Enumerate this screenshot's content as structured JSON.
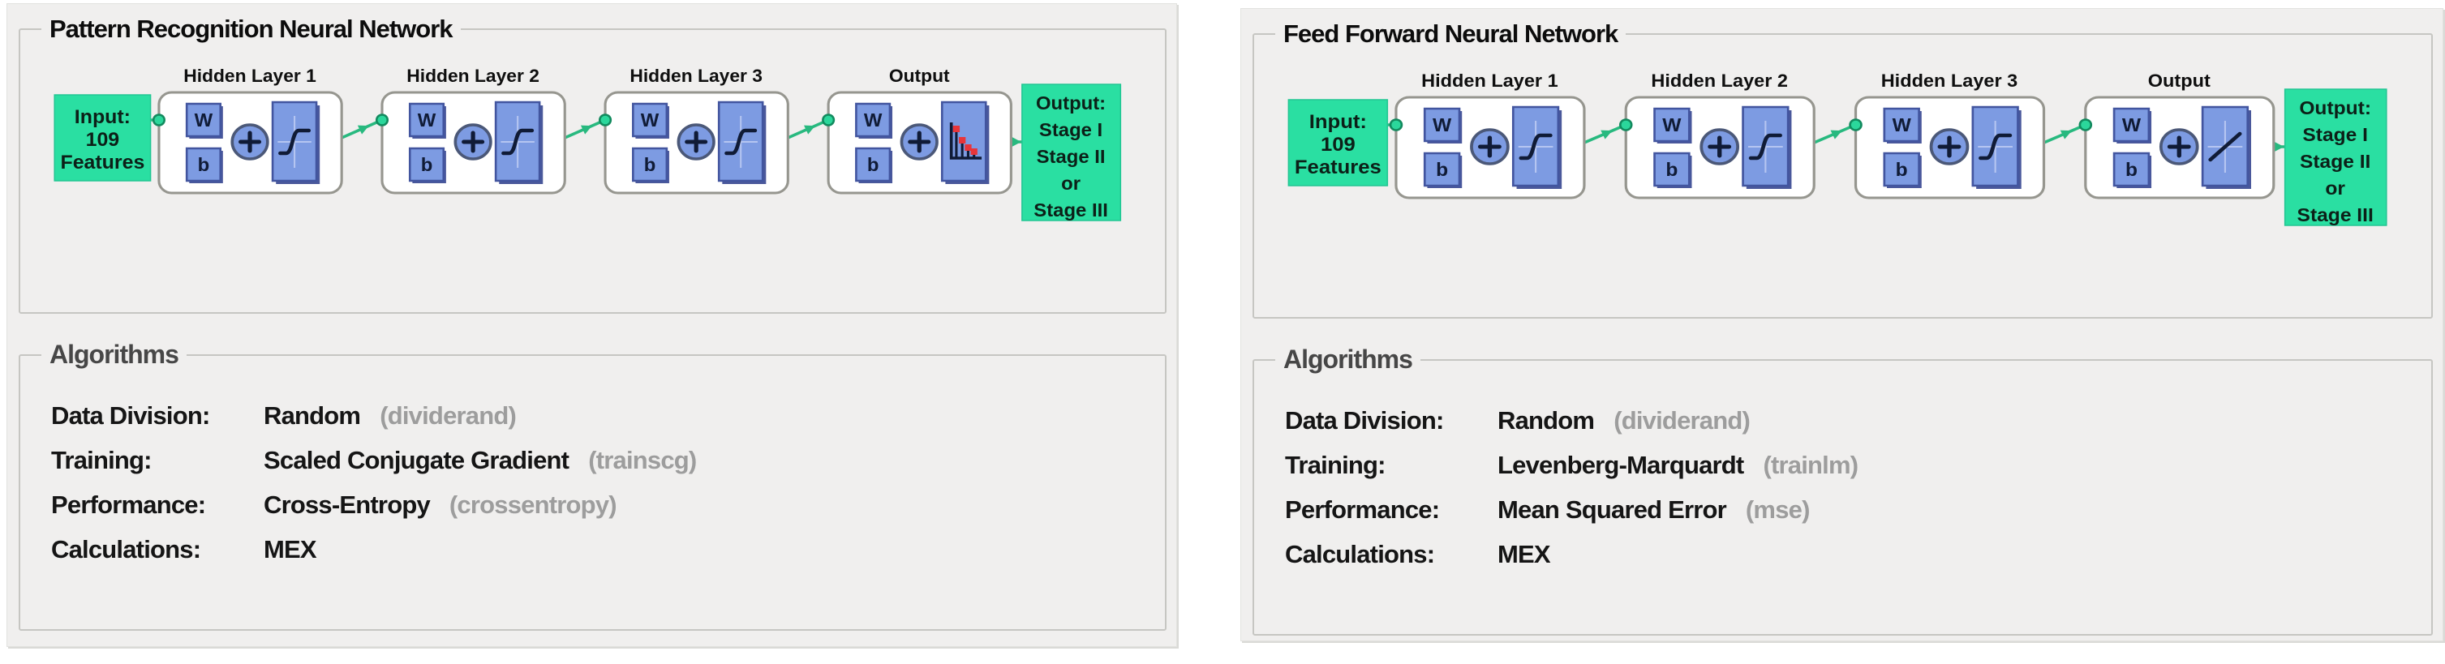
{
  "colors": {
    "panel_bg": "#f0efee",
    "io_green": "#2adfa2",
    "io_green_border": "#22c693",
    "io_text": "#0c2018",
    "wire_green": "#28b97f",
    "node_green": "#2bd79b",
    "node_border": "#128a5e",
    "box_blue": "#7d9be2",
    "box_blue_border": "#42559f",
    "box_blue_shadow": "#4a589b",
    "card_fill": "#ffffff",
    "card_border": "#96968f",
    "icon_dark": "#101b36",
    "icon_faint": "#b5c5f1",
    "softmax_red": "#e8353a",
    "label_text": "#0f0f0f"
  },
  "panels": [
    {
      "network_title": "Pattern Recognition Neural Network",
      "input_box": {
        "lines": [
          "Input:",
          "109",
          "Features"
        ]
      },
      "output_box": {
        "lines": [
          "Output:",
          "Stage I",
          "Stage II",
          "or",
          "Stage III"
        ]
      },
      "layers": [
        {
          "label": "Hidden Layer 1",
          "weight": "W",
          "bias": "b",
          "activation": "tansig"
        },
        {
          "label": "Hidden Layer 2",
          "weight": "W",
          "bias": "b",
          "activation": "tansig"
        },
        {
          "label": "Hidden Layer 3",
          "weight": "W",
          "bias": "b",
          "activation": "tansig"
        },
        {
          "label": "Output",
          "weight": "W",
          "bias": "b",
          "activation": "softmax"
        }
      ],
      "algorithms": {
        "legend": "Algorithms",
        "rows": [
          {
            "label": "Data Division:",
            "value": "Random",
            "fn": "(dividerand)"
          },
          {
            "label": "Training:",
            "value": "Scaled Conjugate Gradient",
            "fn": "(trainscg)"
          },
          {
            "label": "Performance:",
            "value": "Cross-Entropy",
            "fn": "(crossentropy)"
          },
          {
            "label": "Calculations:",
            "value": "MEX",
            "fn": ""
          }
        ]
      }
    },
    {
      "network_title": "Feed Forward Neural Network",
      "input_box": {
        "lines": [
          "Input:",
          "109",
          "Features"
        ]
      },
      "output_box": {
        "lines": [
          "Output:",
          "Stage I",
          "Stage II",
          "or",
          "Stage III"
        ]
      },
      "layers": [
        {
          "label": "Hidden Layer 1",
          "weight": "W",
          "bias": "b",
          "activation": "tansig"
        },
        {
          "label": "Hidden Layer 2",
          "weight": "W",
          "bias": "b",
          "activation": "tansig"
        },
        {
          "label": "Hidden Layer 3",
          "weight": "W",
          "bias": "b",
          "activation": "tansig"
        },
        {
          "label": "Output",
          "weight": "W",
          "bias": "b",
          "activation": "purelin"
        }
      ],
      "algorithms": {
        "legend": "Algorithms",
        "rows": [
          {
            "label": "Data Division:",
            "value": "Random",
            "fn": "(dividerand)"
          },
          {
            "label": "Training:",
            "value": "Levenberg-Marquardt",
            "fn": "(trainlm)"
          },
          {
            "label": "Performance:",
            "value": "Mean Squared Error",
            "fn": "(mse)"
          },
          {
            "label": "Calculations:",
            "value": "MEX",
            "fn": ""
          }
        ]
      }
    }
  ]
}
